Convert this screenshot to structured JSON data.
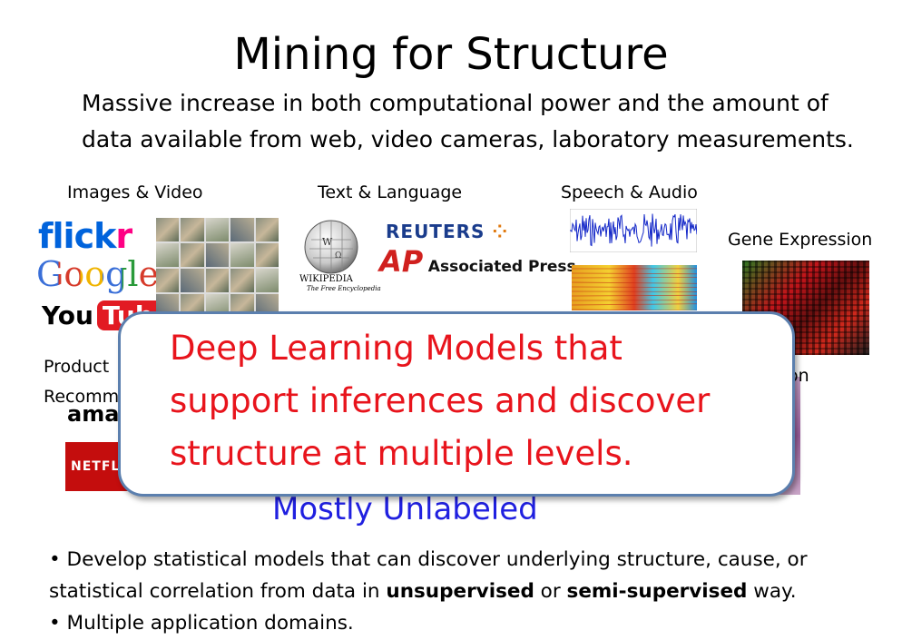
{
  "slide": {
    "title": "Mining for Structure",
    "subtitle_line1": "Massive increase in both computational power and the amount of",
    "subtitle_line2": "data available from web, video cameras, laboratory measurements."
  },
  "categories": {
    "images_video": "Images & Video",
    "text_language": "Text & Language",
    "speech_audio": "Speech & Audio",
    "gene_expression": "Gene Expression",
    "product_partial": "Product",
    "recomm_partial": "Recomm",
    "right_partial": "on"
  },
  "logos": {
    "flickr_a": "flick",
    "flickr_b": "r",
    "google": "Google",
    "youtube_a": "You",
    "youtube_b": "Tube",
    "amazon_partial": "amaz",
    "netflix_partial": "NETFLI",
    "reuters": "REUTERS",
    "ap_mark": "AP",
    "ap_text": "Associated Press",
    "wikipedia": "WIKIPEDIA",
    "wikipedia_sub": "The Free Encyclopedia"
  },
  "unlabeled_text": "Mostly Unlabeled",
  "callout": {
    "line1": "Deep Learning Models that",
    "line2": "support inferences and discover",
    "line3": "structure at multiple levels."
  },
  "bullets": {
    "b1": "• Develop statistical models that can discover underlying structure, cause, or",
    "b2_pre": "statistical correlation from data in ",
    "b2_bold1": "unsupervised",
    "b2_mid": " or ",
    "b2_bold2": "semi-supervised",
    "b2_post": " way.",
    "b3": "• Multiple application domains."
  },
  "colors": {
    "callout_text": "#e8141c",
    "callout_border": "#5b7fae",
    "unlabeled_text": "#2020e0"
  }
}
